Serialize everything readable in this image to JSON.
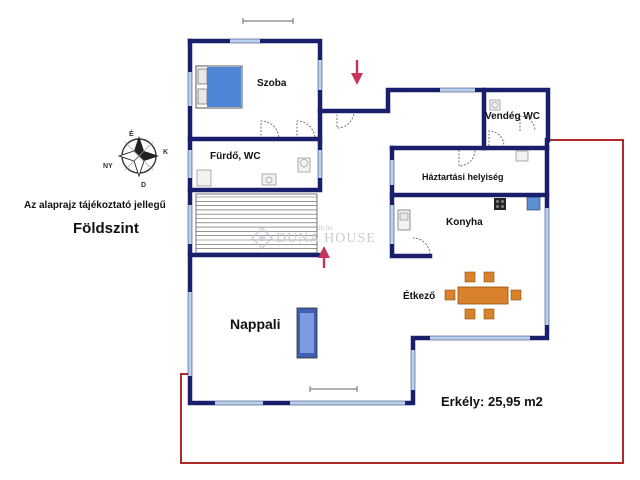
{
  "plan": {
    "note": "Az alaprajz tájékoztató jellegű",
    "floor_title": "Földszint",
    "rooms": {
      "szoba": "Szoba",
      "furdo": "Fürdő, WC",
      "vendeg_wc": "Vendég WC",
      "haztartasi": "Háztartási helyiség",
      "konyha": "Konyha",
      "etkezo": "Étkező",
      "nappali": "Nappali"
    },
    "balcony": "Erkély: 25,95 m2"
  },
  "compass": {
    "directions": [
      "É",
      "K",
      "D",
      "NY"
    ]
  },
  "watermark": {
    "brand": "DUNA HOUSE",
    "url": "dh.hu"
  },
  "colors": {
    "wall": "#1a1f6b",
    "window": "#b9d4ea",
    "balcony_outline": "#b02a2a",
    "entry_arrow": "#c8335a",
    "bed": "#4f86d6",
    "sofa": "#3f5fb0",
    "table": "#d9822b"
  }
}
